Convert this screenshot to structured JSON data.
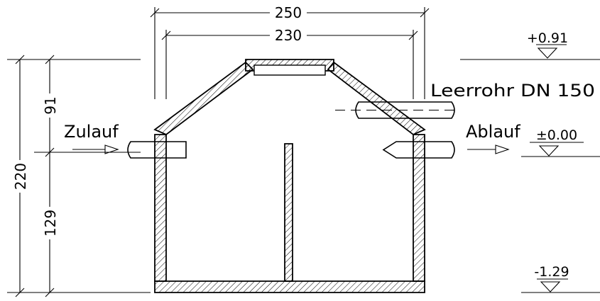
{
  "dimensions": {
    "outer_width": "250",
    "inner_width": "230",
    "total_height": "220",
    "upper_height": "91",
    "lower_height": "129"
  },
  "labels": {
    "inlet": "Zulauf",
    "outlet": "Ablauf",
    "conduit": "Leerrohr  DN 150"
  },
  "levels": {
    "top": "+0.91",
    "zero": "±0.00",
    "bottom": "-1.29"
  }
}
